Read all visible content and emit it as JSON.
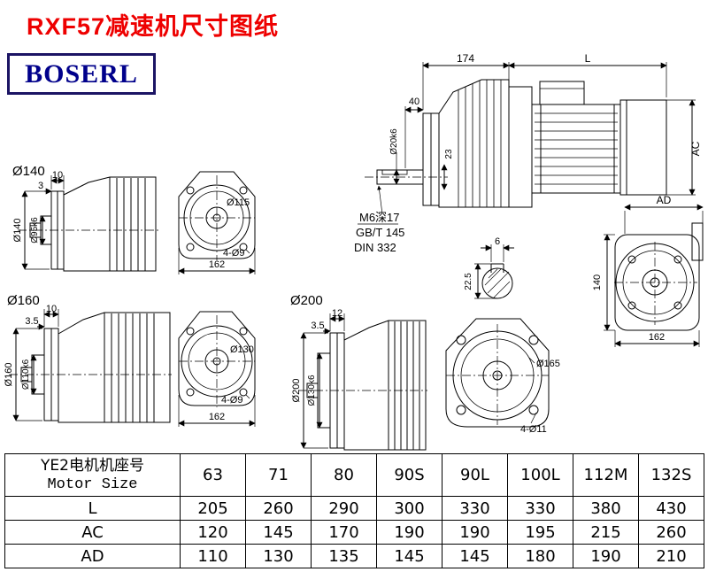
{
  "page": {
    "title": "RXF57减速机尺寸图纸",
    "logo": "BOSERL"
  },
  "colors": {
    "title": "#ee0000",
    "logo_text": "#00008b",
    "logo_border": "#1b1464",
    "line": "#000000"
  },
  "drawings": {
    "main_assembly": {
      "dim_174": "174",
      "dim_L": "L",
      "dim_40": "40",
      "dim_shaft": "Ø20k6",
      "dim_23": "23",
      "dim_AC": "AC",
      "note_thread": "M6深17",
      "note_gb": "GB/T 145",
      "note_din": "DIN 332"
    },
    "key_section": {
      "dim_key_width": "6",
      "dim_key_height": "22.5"
    },
    "rear_view": {
      "dim_AD": "AD",
      "dim_140": "140",
      "dim_162": "162"
    },
    "v140": {
      "label": "Ø140",
      "side": {
        "dim_flange_width": "10",
        "dim_step": "3",
        "dim_flange": "Ø140",
        "dim_spigot": "Ø95k6"
      },
      "front": {
        "dim_bolt_circle": "Ø115",
        "dim_holes": "4-Ø9",
        "dim_width": "162"
      }
    },
    "v160": {
      "label": "Ø160",
      "side": {
        "dim_flange_width": "10",
        "dim_step": "3.5",
        "dim_flange": "Ø160",
        "dim_spigot": "Ø110k6"
      },
      "front": {
        "dim_bolt_circle": "Ø130",
        "dim_holes": "4-Ø9",
        "dim_width": "162"
      }
    },
    "v200": {
      "label": "Ø200",
      "side": {
        "dim_flange_width": "12",
        "dim_step": "3.5",
        "dim_flange": "Ø200",
        "dim_spigot": "Ø130k6"
      },
      "front": {
        "dim_bolt_circle": "Ø165",
        "dim_holes": "4-Ø11"
      }
    }
  },
  "table": {
    "header_cn": "YE2电机机座号",
    "header_en": "Motor Size",
    "sizes": [
      "63",
      "71",
      "80",
      "90S",
      "90L",
      "100L",
      "112M",
      "132S"
    ],
    "rows": [
      {
        "label": "L",
        "values": [
          "205",
          "260",
          "290",
          "300",
          "330",
          "330",
          "380",
          "430"
        ]
      },
      {
        "label": "AC",
        "values": [
          "120",
          "145",
          "170",
          "190",
          "190",
          "195",
          "215",
          "260"
        ]
      },
      {
        "label": "AD",
        "values": [
          "110",
          "130",
          "135",
          "145",
          "145",
          "180",
          "190",
          "210"
        ]
      }
    ]
  }
}
